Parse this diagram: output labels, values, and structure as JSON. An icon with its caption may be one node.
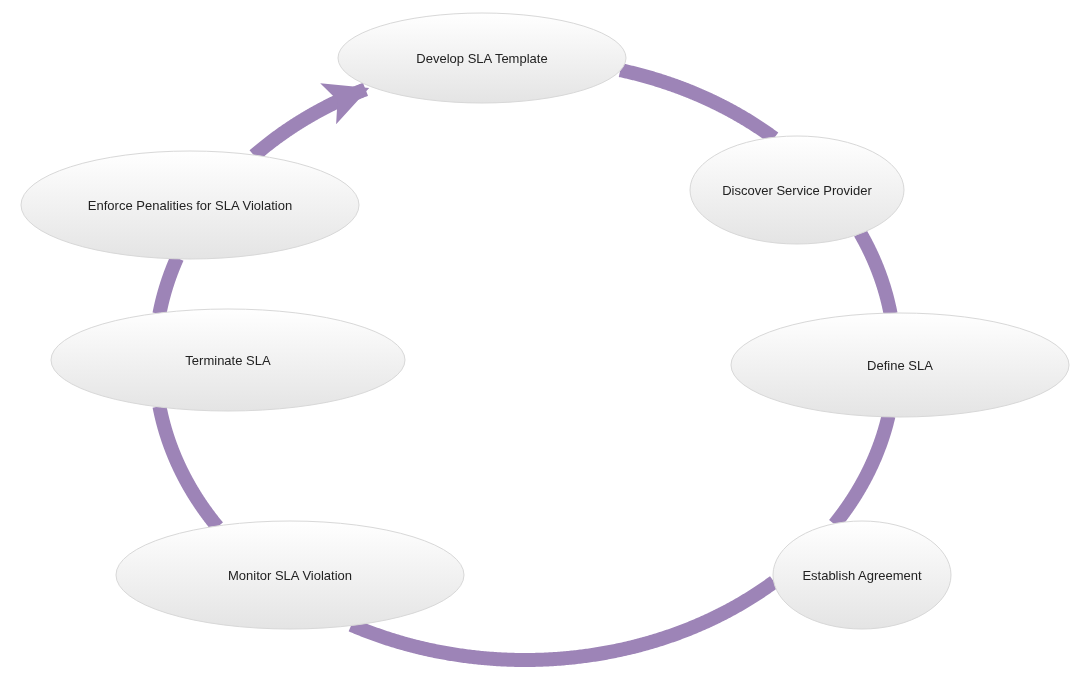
{
  "diagram": {
    "nodes": [
      {
        "text": [
          "Develop SLA Template"
        ]
      },
      {
        "text": [
          "Discover Service Provider"
        ]
      },
      {
        "text": [
          "Define SLA"
        ]
      },
      {
        "text": [
          "Establish Agreement"
        ]
      },
      {
        "text": [
          "Monitor SLA Violation"
        ]
      },
      {
        "text": [
          "Terminate SLA"
        ]
      },
      {
        "text": [
          "Enforce Penalities for SLA Violation"
        ]
      }
    ],
    "edges": [
      {
        "from": 0,
        "to": 1,
        "arrow": "none"
      },
      {
        "from": 1,
        "to": 2,
        "arrow": "none"
      },
      {
        "from": 2,
        "to": 3,
        "arrow": "none"
      },
      {
        "from": 3,
        "to": 4,
        "arrow": "none"
      },
      {
        "from": 4,
        "to": 5,
        "arrow": "none"
      },
      {
        "from": 5,
        "to": 6,
        "arrow": "none"
      },
      {
        "from": 6,
        "to": 0,
        "arrow": "to"
      }
    ]
  }
}
